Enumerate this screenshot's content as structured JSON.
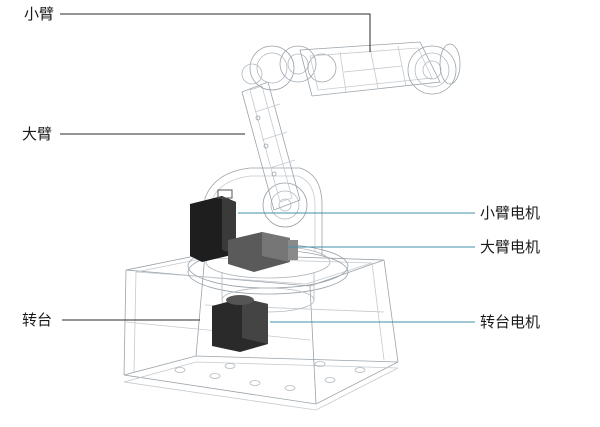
{
  "labels": {
    "forearm": "小臂",
    "upper_arm": "大臂",
    "turntable": "转台",
    "forearm_motor": "小臂电机",
    "upper_arm_motor": "大臂电机",
    "turntable_motor": "转台电机"
  },
  "colors": {
    "leader_black": "#2b2b2b",
    "leader_blue": "#3f8fa8",
    "wire": "#9aa3aa",
    "motor_dark": "#1e1e1e",
    "motor_gray": "#5a5a5a"
  }
}
